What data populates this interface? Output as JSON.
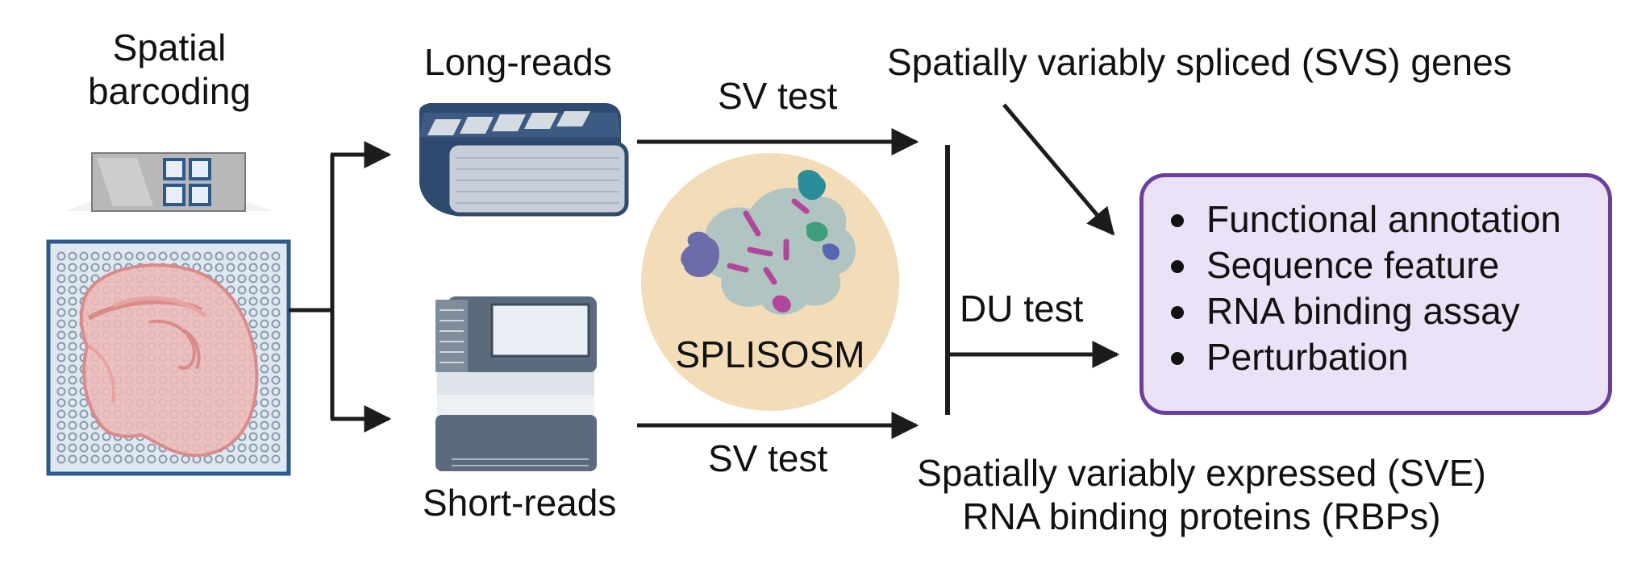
{
  "labels": {
    "spatial_line1": "Spatial",
    "spatial_line2": "barcoding",
    "long_reads": "Long-reads",
    "short_reads": "Short-reads",
    "sv_test_top": "SV test",
    "sv_test_bottom": "SV test",
    "du_test": "DU test",
    "svs_genes": "Spatially variably spliced (SVS) genes",
    "sve_line1": "Spatially variably expressed (SVE)",
    "sve_line2": "RNA binding proteins (RBPs)",
    "tool_name": "SPLISOSM"
  },
  "downstream_list": [
    "Functional annotation",
    "Sequence feature",
    "RNA binding assay",
    "Perturbation"
  ],
  "colors": {
    "box_border": "#6b3fa0",
    "box_fill": "#ece2f7",
    "circle_fill": "#f3dcb8",
    "arrow": "#1c1c1c",
    "slide_border": "#2d5a8a"
  }
}
